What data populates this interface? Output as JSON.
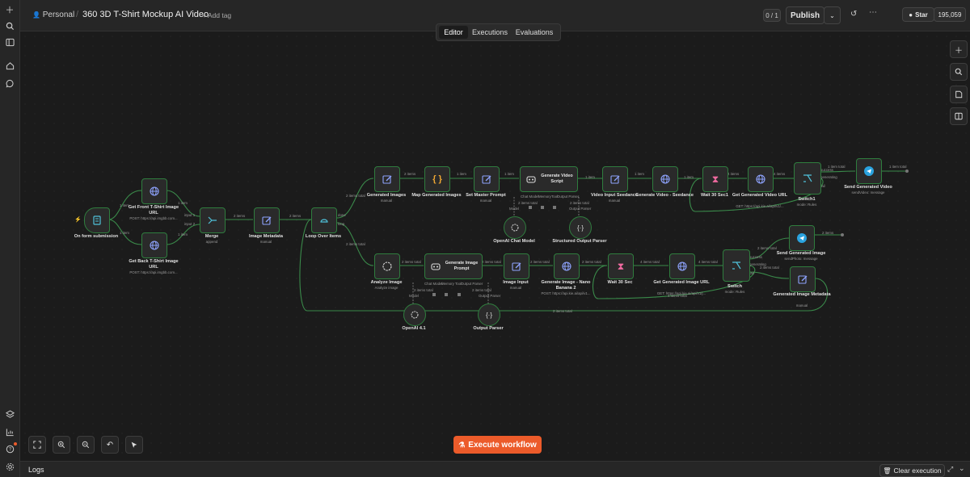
{
  "sidebar": {
    "icons": [
      "plus-icon",
      "search-icon",
      "panel-icon",
      "home-icon",
      "chat-icon",
      "templates-icon",
      "insights-icon",
      "help-icon",
      "settings-icon"
    ]
  },
  "header": {
    "breadcrumb_project": "Personal",
    "workflow_name": "360 3D T-Shirt Mockup AI Video",
    "add_tag": "+ Add tag",
    "counter": "0 / 1",
    "publish_label": "Publish",
    "github_star": "Star",
    "github_count": "195,059"
  },
  "tabs": [
    {
      "label": "Editor",
      "active": true
    },
    {
      "label": "Executions",
      "active": false
    },
    {
      "label": "Evaluations",
      "active": false
    }
  ],
  "nodes": {
    "form": {
      "title": "On form submission"
    },
    "front": {
      "title": "Get Front T-Shirt Image URL",
      "sub": "POST: https://api.imgbb.com..."
    },
    "back": {
      "title": "Get Back T-Shirt Image URL",
      "sub": "POST: https://api.imgbb.com..."
    },
    "merge": {
      "title": "Merge",
      "sub": "append"
    },
    "meta": {
      "title": "Image Metadata",
      "sub": "manual"
    },
    "loop": {
      "title": "Loop Over Items"
    },
    "genimgs": {
      "title": "Generated Images",
      "sub": "manual"
    },
    "mapgen": {
      "title": "Map Generated Images"
    },
    "master": {
      "title": "Set Master Prompt",
      "sub": "manual"
    },
    "genscript": {
      "title": "Generate Video Script"
    },
    "vinput": {
      "title": "Video Input Seedance",
      "sub": "manual"
    },
    "genvideo": {
      "title": "Generate Video - Seedance"
    },
    "wait1": {
      "title": "Wait 30 Sec1"
    },
    "getvideo": {
      "title": "Get Generated Video URL",
      "sub": "GET: https://api.kie.ai/api/v1/..."
    },
    "switch1": {
      "title": "Switch1",
      "sub": "mode: Rules"
    },
    "sendvideo": {
      "title": "Send Generated Video",
      "sub": "sendVideo: message"
    },
    "chatmodel": {
      "title": "OpenAI Chat Model"
    },
    "structparser": {
      "title": "Structured Output Parser"
    },
    "analyze": {
      "title": "Analyze Image",
      "sub": "Analyze image"
    },
    "genprompt": {
      "title": "Generate Image Prompt"
    },
    "imginput": {
      "title": "Image Input",
      "sub": "manual"
    },
    "nano": {
      "title": "Generate Image - Nano Banana 2",
      "sub": "POST: https://api.kie.ai/api/v1..."
    },
    "wait2": {
      "title": "Wait 30 Sec"
    },
    "getimg": {
      "title": "Get Generated Image URL",
      "sub": "GET: https://api.kie.ai/api/v1/j..."
    },
    "switch2": {
      "title": "Switch",
      "sub": "mode: Rules"
    },
    "sendimg": {
      "title": "Send Generated Image",
      "sub": "sendPhoto: message"
    },
    "genmeta": {
      "title": "Generated Image Metadata",
      "sub": "manual"
    },
    "gpt41": {
      "title": "OpenAI 4.1"
    },
    "outparser": {
      "title": "Output Parser"
    }
  },
  "edges": {
    "l1": "1 item",
    "l2": "1 item",
    "l3": "input 1",
    "l4": "input 2",
    "l5": "2 items",
    "l6": "2 items",
    "l7": "done",
    "l8": "loop",
    "l9": "2 items total",
    "l10": "2 items total",
    "l11": "2 items",
    "l12": "1 item",
    "l13": "1 item",
    "l14": "1 item",
    "l15": "1 item",
    "l16": "1 item",
    "l17": "4 items",
    "l18": "4 items",
    "l19": "1 item total",
    "l20": "1 item",
    "l21": "success",
    "l22": "generating",
    "l23": "fail",
    "l24": "2 items total",
    "l25": "2 items total",
    "l26": "2 items total",
    "l27": "2 items total",
    "l28": "4 items total",
    "l29": "4 items total",
    "l30": "2 items",
    "l31": "2 items total",
    "l32": "success",
    "l33": "generating",
    "l34": "fail",
    "l35": "2 items total",
    "l36": "2 items total",
    "l37": "1 item total",
    "l38": "2 items total",
    "l39": "2 items total",
    "l40": "2 items total",
    "l41": "2 items total",
    "l42": "1 item",
    "l43": "Chat Model",
    "l44": "Memory",
    "l45": "Tool",
    "l46": "Output Parser",
    "l47": "Model",
    "l48": "Output Parser",
    "l49": "Chat Model",
    "l50": "Memory",
    "l51": "Tool",
    "l52": "Output Parser",
    "l53": "Model",
    "l54": "Output Parser",
    "l55": "4 items total",
    "l56": "2 items total"
  },
  "bottom": {
    "execute_label": "Execute workflow",
    "logs_label": "Logs",
    "clear_label": "Clear execution"
  },
  "colors": {
    "accent": "#ec5b2a",
    "success": "#2f7d3e",
    "node_bg": "#2a2a2a",
    "canvas_bg": "#1b1b1b"
  }
}
